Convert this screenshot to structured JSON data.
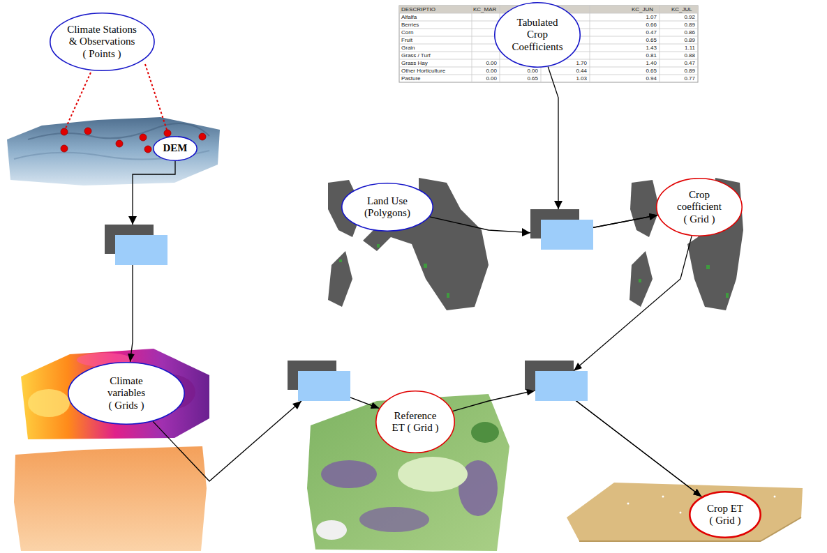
{
  "diagram": {
    "nodes": [
      {
        "text": [
          "Climate Stations & Observations ( Points )"
        ]
      },
      {
        "text": [
          "Tabulated Crop Coefficients"
        ]
      },
      {
        "text": [
          "DEM"
        ]
      },
      {
        "text": [
          "Land Use (Polygons)"
        ]
      },
      {
        "text": [
          "Crop coefficient ( Grid )"
        ]
      },
      {
        "text": [
          "Climate variables ( Grids )"
        ]
      },
      {
        "text": [
          "Reference ET ( Grid )"
        ]
      },
      {
        "text": [
          "Crop ET ( Grid )"
        ]
      }
    ],
    "edges": [
      {
        "from": 2,
        "to": 5,
        "arrow": "to"
      },
      {
        "from": 1,
        "to": 4,
        "arrow": "to"
      },
      {
        "from": 3,
        "to": 4,
        "arrow": "to"
      },
      {
        "from": 5,
        "to": 6,
        "arrow": "to"
      },
      {
        "from": 4,
        "to": 7,
        "arrow": "to"
      },
      {
        "from": 6,
        "to": 7,
        "arrow": "to"
      }
    ],
    "labels": [
      "DESCRIPTIO",
      "KC_MAR",
      "KC_JUN",
      "KC_JUL",
      "Alfalfa",
      "1.07",
      "0.92",
      "Berries",
      "0.66",
      "0.89",
      "Corn",
      "0.47",
      "0.86",
      "Fruit",
      "0.65",
      "0.89",
      "Grain",
      "1.43",
      "1.11",
      "Grass / Turf",
      "0.81",
      "0.88",
      "Grass Hay",
      "0.00",
      "1.70",
      "1.40",
      "0.47",
      "Other Horticulture",
      "0.00",
      "0.00",
      "0.44",
      "0.65",
      "0.89",
      "Pasture",
      "0.00",
      "0.65",
      "1.03",
      "0.94",
      "0.77"
    ]
  }
}
